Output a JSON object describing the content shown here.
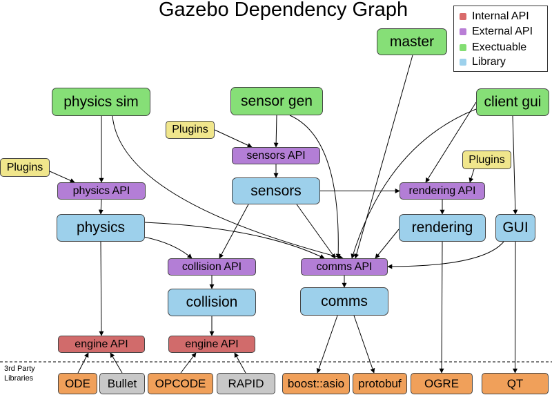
{
  "title": "Gazebo Dependency Graph",
  "legend": [
    {
      "label": "Internal API",
      "color": "#d96b6b"
    },
    {
      "label": "External API",
      "color": "#b97ed6"
    },
    {
      "label": "Exectuable",
      "color": "#83de73"
    },
    {
      "label": "Library",
      "color": "#9dd1ec"
    }
  ],
  "third_party_label_line1": "3rd Party",
  "third_party_label_line2": "Libraries",
  "colors": {
    "internal": "#d16b6b",
    "external": "#b37ed6",
    "executable": "#86df77",
    "library": "#9dd0eb",
    "plugin": "#f0e68c",
    "third_party": "#f0a05a",
    "third_party_alt": "#c8c8c8"
  },
  "nodes": {
    "physics_sim": {
      "label": "physics sim",
      "kind": "executable"
    },
    "sensor_gen": {
      "label": "sensor gen",
      "kind": "executable"
    },
    "master": {
      "label": "master",
      "kind": "executable"
    },
    "client_gui": {
      "label": "client gui",
      "kind": "executable"
    },
    "plugins_left": {
      "label": "Plugins",
      "kind": "plugin"
    },
    "plugins_sensors": {
      "label": "Plugins",
      "kind": "plugin"
    },
    "plugins_rendering": {
      "label": "Plugins",
      "kind": "plugin"
    },
    "physics_api": {
      "label": "physics API",
      "kind": "external"
    },
    "sensors_api": {
      "label": "sensors API",
      "kind": "external"
    },
    "rendering_api": {
      "label": "rendering API",
      "kind": "external"
    },
    "collision_api": {
      "label": "collision API",
      "kind": "external"
    },
    "comms_api": {
      "label": "comms API",
      "kind": "external"
    },
    "physics": {
      "label": "physics",
      "kind": "library"
    },
    "sensors": {
      "label": "sensors",
      "kind": "library"
    },
    "rendering": {
      "label": "rendering",
      "kind": "library"
    },
    "gui": {
      "label": "GUI",
      "kind": "library"
    },
    "collision": {
      "label": "collision",
      "kind": "library"
    },
    "comms": {
      "label": "comms",
      "kind": "library"
    },
    "engine_api_left": {
      "label": "engine API",
      "kind": "internal"
    },
    "engine_api_right": {
      "label": "engine API",
      "kind": "internal"
    },
    "ode": {
      "label": "ODE",
      "kind": "third_party"
    },
    "bullet": {
      "label": "Bullet",
      "kind": "third_party_alt"
    },
    "opcode": {
      "label": "OPCODE",
      "kind": "third_party"
    },
    "rapid": {
      "label": "RAPID",
      "kind": "third_party_alt"
    },
    "boost_asio": {
      "label": "boost::asio",
      "kind": "third_party"
    },
    "protobuf": {
      "label": "protobuf",
      "kind": "third_party"
    },
    "ogre": {
      "label": "OGRE",
      "kind": "third_party"
    },
    "qt": {
      "label": "QT",
      "kind": "third_party"
    }
  },
  "edges": [
    {
      "from": "physics_sim",
      "to": "physics_api"
    },
    {
      "from": "physics_sim",
      "to": "comms_api"
    },
    {
      "from": "plugins_left",
      "to": "physics_api"
    },
    {
      "from": "physics_api",
      "to": "physics"
    },
    {
      "from": "physics",
      "to": "collision_api"
    },
    {
      "from": "physics",
      "to": "comms_api"
    },
    {
      "from": "physics",
      "to": "engine_api_left"
    },
    {
      "from": "sensor_gen",
      "to": "sensors_api"
    },
    {
      "from": "sensor_gen",
      "to": "comms_api"
    },
    {
      "from": "plugins_sensors",
      "to": "sensors_api"
    },
    {
      "from": "sensors_api",
      "to": "sensors"
    },
    {
      "from": "sensors",
      "to": "collision_api"
    },
    {
      "from": "sensors",
      "to": "comms_api"
    },
    {
      "from": "sensors",
      "to": "rendering_api"
    },
    {
      "from": "master",
      "to": "comms_api"
    },
    {
      "from": "client_gui",
      "to": "rendering_api"
    },
    {
      "from": "client_gui",
      "to": "comms_api"
    },
    {
      "from": "client_gui",
      "to": "gui"
    },
    {
      "from": "plugins_rendering",
      "to": "rendering_api"
    },
    {
      "from": "rendering_api",
      "to": "rendering"
    },
    {
      "from": "rendering",
      "to": "comms_api"
    },
    {
      "from": "rendering",
      "to": "ogre"
    },
    {
      "from": "gui",
      "to": "comms_api"
    },
    {
      "from": "gui",
      "to": "qt"
    },
    {
      "from": "collision_api",
      "to": "collision"
    },
    {
      "from": "collision",
      "to": "engine_api_right"
    },
    {
      "from": "comms_api",
      "to": "comms"
    },
    {
      "from": "comms",
      "to": "boost_asio"
    },
    {
      "from": "comms",
      "to": "protobuf"
    },
    {
      "from": "ode",
      "to": "engine_api_left"
    },
    {
      "from": "bullet",
      "to": "engine_api_left"
    },
    {
      "from": "opcode",
      "to": "engine_api_right"
    },
    {
      "from": "rapid",
      "to": "engine_api_right"
    }
  ]
}
